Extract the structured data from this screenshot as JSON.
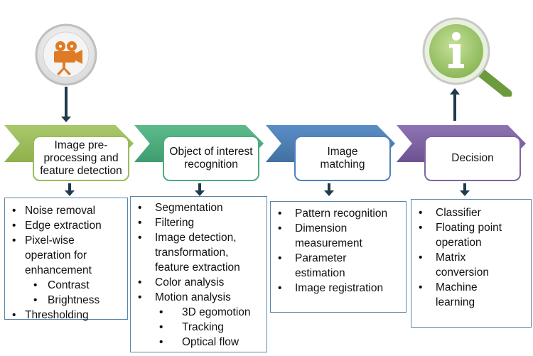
{
  "stages": [
    {
      "label": "Image pre-processing and feature detection",
      "color": "#9bbb59"
    },
    {
      "label": "Object of interest recognition",
      "color": "#4eab7e"
    },
    {
      "label": "Image matching",
      "color": "#4f81bd"
    },
    {
      "label": "Decision",
      "color": "#8064a2"
    }
  ],
  "lists": [
    {
      "items": [
        {
          "text": "Noise removal",
          "level": 1
        },
        {
          "text": "Edge extraction",
          "level": 1
        },
        {
          "text": "Pixel-wise operation for enhancement",
          "level": 1
        },
        {
          "text": "Contrast",
          "level": 2
        },
        {
          "text": "Brightness",
          "level": 2
        },
        {
          "text": "Thresholding",
          "level": 1
        }
      ]
    },
    {
      "items": [
        {
          "text": "Segmentation",
          "level": 1
        },
        {
          "text": "Filtering",
          "level": 1
        },
        {
          "text": "Image detection, transformation, feature extraction",
          "level": 1
        },
        {
          "text": "Color analysis",
          "level": 1
        },
        {
          "text": "Motion analysis",
          "level": 1
        },
        {
          "text": "3D egomotion",
          "level": 2
        },
        {
          "text": "Tracking",
          "level": 2
        },
        {
          "text": "Optical flow",
          "level": 2
        }
      ]
    },
    {
      "items": [
        {
          "text": "Pattern recognition",
          "level": 1
        },
        {
          "text": "Dimension measurement",
          "level": 1
        },
        {
          "text": "Parameter estimation",
          "level": 1
        },
        {
          "text": "Image registration",
          "level": 1
        }
      ]
    },
    {
      "items": [
        {
          "text": "Classifier",
          "level": 1
        },
        {
          "text": "Floating point operation",
          "level": 1
        },
        {
          "text": "Matrix conversion",
          "level": 1
        },
        {
          "text": "Machine learning",
          "level": 1
        }
      ]
    }
  ],
  "icons": {
    "input": "movie-camera-icon",
    "output": "info-magnifier-icon"
  },
  "colors": {
    "arrow": "#1f3b4d",
    "list_border": "#5a86a8",
    "camera": "#e07b25",
    "info": "#8cb858"
  }
}
